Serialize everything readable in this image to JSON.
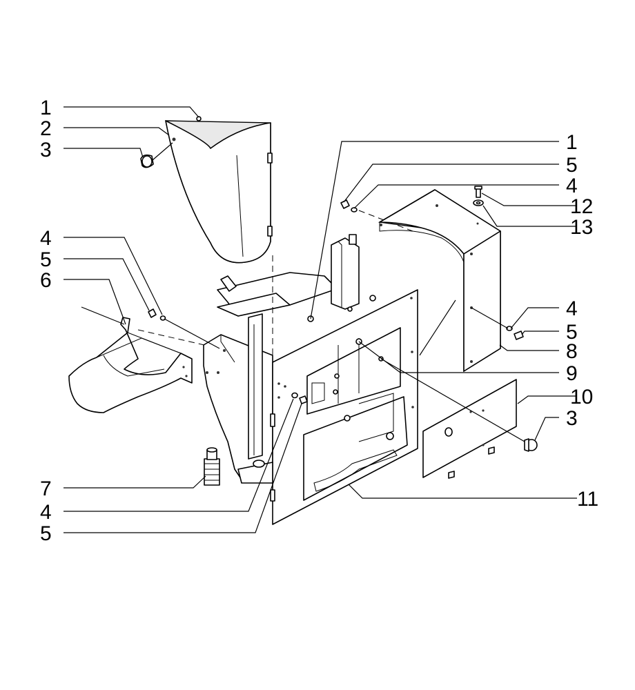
{
  "callouts": [
    {
      "id": "c1a",
      "text": "1"
    },
    {
      "id": "c2",
      "text": "2"
    },
    {
      "id": "c3a",
      "text": "3"
    },
    {
      "id": "c4a",
      "text": "4"
    },
    {
      "id": "c5a",
      "text": "5"
    },
    {
      "id": "c6",
      "text": "6"
    },
    {
      "id": "c7",
      "text": "7"
    },
    {
      "id": "c4b",
      "text": "4"
    },
    {
      "id": "c5b",
      "text": "5"
    },
    {
      "id": "c1b",
      "text": "1"
    },
    {
      "id": "c5c",
      "text": "5"
    },
    {
      "id": "c4c",
      "text": "4"
    },
    {
      "id": "c12",
      "text": "12"
    },
    {
      "id": "c13",
      "text": "13"
    },
    {
      "id": "c4d",
      "text": "4"
    },
    {
      "id": "c5d",
      "text": "5"
    },
    {
      "id": "c8",
      "text": "8"
    },
    {
      "id": "c9",
      "text": "9"
    },
    {
      "id": "c10",
      "text": "10"
    },
    {
      "id": "c3b",
      "text": "3"
    },
    {
      "id": "c11",
      "text": "11"
    }
  ]
}
